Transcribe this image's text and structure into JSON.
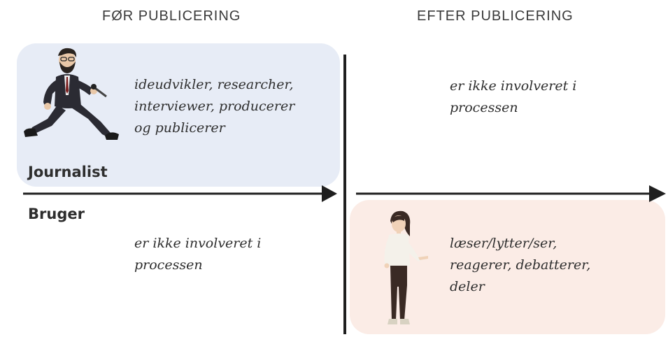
{
  "headers": {
    "before": "FØR PUBLICERING",
    "after": "EFTER PUBLICERING"
  },
  "roles": {
    "journalist": "Journalist",
    "user": "Bruger"
  },
  "journalist_before": {
    "lines": [
      "ideudvikler, researcher,",
      "interviewer, producerer",
      "og publicerer"
    ]
  },
  "journalist_after": {
    "lines": [
      "er ikke involveret i",
      "processen"
    ]
  },
  "user_before": {
    "lines": [
      "er ikke involveret i",
      "processen"
    ]
  },
  "user_after": {
    "lines": [
      "læser/lytter/ser,",
      "reagerer, debatterer,",
      "deler"
    ]
  },
  "colors": {
    "journalist_panel": "#e7ecf6",
    "user_panel": "#fbece6",
    "axis": "#1f1f1f"
  },
  "icons": {
    "journalist": "running-journalist-with-microphone-icon",
    "user": "woman-pointing-icon"
  }
}
